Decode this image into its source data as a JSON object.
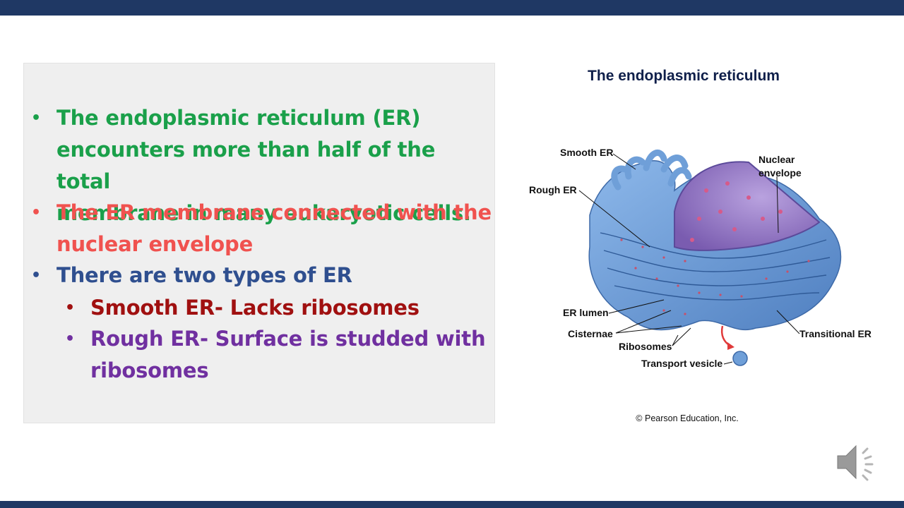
{
  "bullets": [
    {
      "text": "The endoplasmic reticulum (ER) encounters more than half of the total membrane in many eukaryotic cells.",
      "lines": [
        "The endoplasmic reticulum (ER)",
        "encounters more than half of the total",
        "membrane in many eukaryotic cells."
      ],
      "color": "#1aa04a",
      "level": 1
    },
    {
      "text": "The ER membrane connected with the nuclear envelope",
      "lines": [
        "The ER membrane connected with the",
        "nuclear envelope"
      ],
      "color": "#f0524f",
      "level": 1
    },
    {
      "text": "There are two types of ER",
      "lines": [
        "There are two types of ER"
      ],
      "color": "#2f4f8f",
      "level": 1
    },
    {
      "text": "Smooth ER- Lacks ribosomes",
      "lines": [
        "Smooth ER- Lacks ribosomes"
      ],
      "color": "#a01010",
      "level": 2
    },
    {
      "text": "Rough ER- Surface is studded with ribosomes",
      "lines": [
        "Rough ER- Surface is studded with",
        "ribosomes"
      ],
      "color": "#7030a0",
      "level": 2
    }
  ],
  "diagram": {
    "title": "The endoplasmic reticulum",
    "labels": {
      "smooth_er": "Smooth ER",
      "rough_er": "Rough ER",
      "nuclear_envelope_1": "Nuclear",
      "nuclear_envelope_2": "envelope",
      "er_lumen": "ER lumen",
      "cisternae": "Cisternae",
      "ribosomes": "Ribosomes",
      "transport_vesicle": "Transport vesicle",
      "transitional_er": "Transitional ER"
    },
    "copyright": "© Pearson Education, Inc."
  },
  "icons": {
    "audio": "speaker-icon"
  },
  "colors": {
    "bar": "#1f3864",
    "panel": "#efefef",
    "er_body": "#6f9fd8",
    "nucleus": "#9a7cc8"
  }
}
